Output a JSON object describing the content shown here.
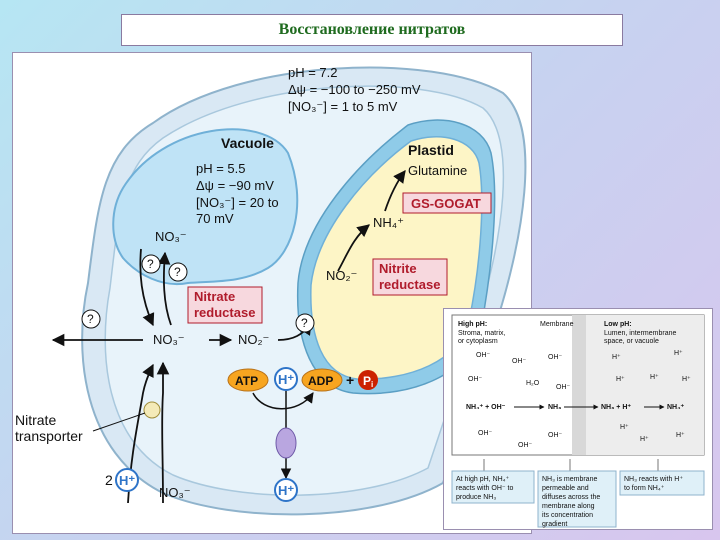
{
  "title": "Восстановление нитратов",
  "cell": {
    "cytoplasm": {
      "ph": "pH = 7.2",
      "dpsi": "Δψ = −100 to −250 mV",
      "no3": "[NO₃⁻] = 1 to 5 mV"
    },
    "vacuole": {
      "label": "Vacuole",
      "ph": "pH = 5.5",
      "dpsi": "Δψ = −90 mV",
      "no3_a": "[NO₃⁻] = 20 to",
      "no3_b": "70 mV"
    },
    "plastid": {
      "label": "Plastid",
      "product": "Glutamine",
      "enzyme": "GS-GOGAT"
    },
    "species": {
      "no3_vac": "NO₃⁻",
      "no3_cyt": "NO₃⁻",
      "no2_cyt": "NO₂⁻",
      "no2_pl": "NO₂⁻",
      "nh4_pl": "NH₄⁺",
      "no3_out": "NO₃⁻",
      "h_out": "H⁺",
      "h_in": "H⁺",
      "h_pump": "H⁺",
      "two": "2"
    },
    "enzymes": {
      "nitrate_reductase_1": "Nitrate",
      "nitrate_reductase_2": "reductase",
      "nitrite_reductase_1": "Nitrite",
      "nitrite_reductase_2": "reductase"
    },
    "transporter_1": "Nitrate",
    "transporter_2": "transporter",
    "atp": "ATP",
    "adp": "ADP",
    "plus": "+",
    "pi": "P",
    "pi_sub": "i",
    "unknown": "?"
  },
  "inset": {
    "high_ph_1": "High pH:",
    "high_ph_2": "Stroma, matrix,",
    "high_ph_3": "or cytoplasm",
    "membrane": "Membrane",
    "low_ph_1": "Low pH:",
    "low_ph_2": "Lumen, intermembrane",
    "low_ph_3": "space, or vacuole",
    "oh": "OH⁻",
    "h": "H⁺",
    "h2o": "H₂O",
    "left_eq": "NH₄⁺ + OH⁻",
    "mid_eq": "NH₃",
    "right_eq_1": "NH₃ + H⁺",
    "right_eq_2": "NH₄⁺",
    "note1": [
      "At high pH, NH₄⁺",
      "reacts with OH⁻ to",
      "produce NH₃"
    ],
    "note2": [
      "NH₃ is membrane",
      "permeable and",
      "diffuses across the",
      "membrane along",
      "its concentration",
      "gradient"
    ],
    "note3": [
      "NH₃ reacts with H⁺",
      "to form NH₄⁺"
    ]
  },
  "colors": {
    "title_text": "#1f6b1f",
    "cell_wall": "#d9e8f4",
    "cytoplasm": "#e8f3fa",
    "vacuole": "#bfe3f6",
    "plastid_stroma": "#fdf5c6",
    "plastid_membrane": "#8fcbe8",
    "enzyme_box": "#f7d8de",
    "enzyme_text": "#b01c2c",
    "atp": "#f7a520",
    "h_circle": "#2e74c8",
    "pi": "#cc2200"
  }
}
